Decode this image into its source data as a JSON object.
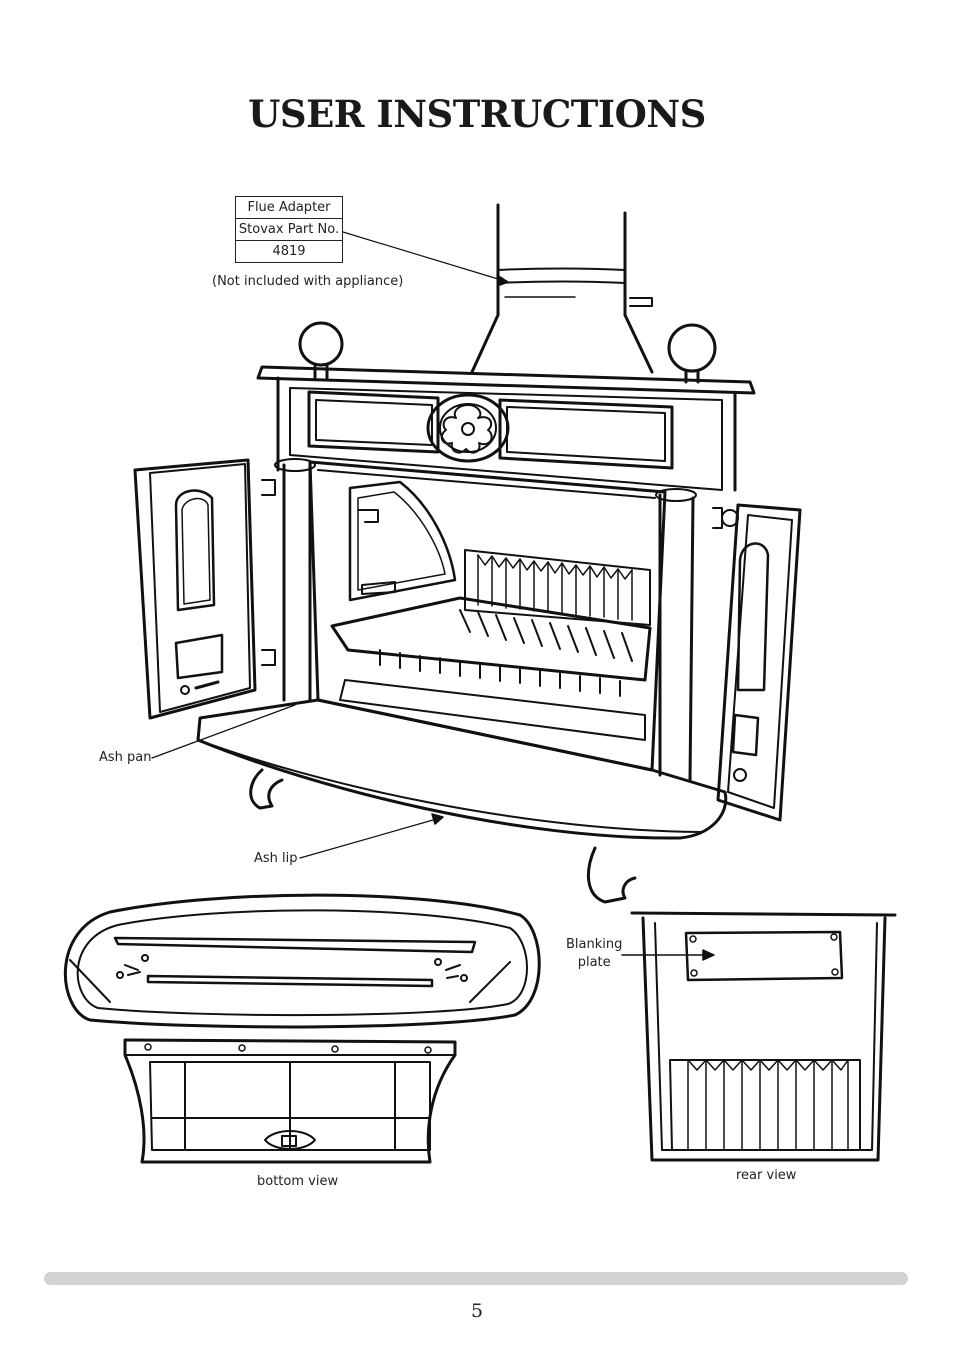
{
  "page": {
    "title": "USER INSTRUCTIONS",
    "page_number": "5"
  },
  "part_table": {
    "rows": [
      "Flue Adapter",
      "Stovax Part No.",
      "4819"
    ],
    "note": "(Not included with appliance)"
  },
  "labels": {
    "ash_pan": "Ash pan",
    "ash_lip": "Ash lip",
    "blanking_line1": "Blanking",
    "blanking_line2": "plate",
    "bottom_view": "bottom view",
    "rear_view": "rear view"
  }
}
